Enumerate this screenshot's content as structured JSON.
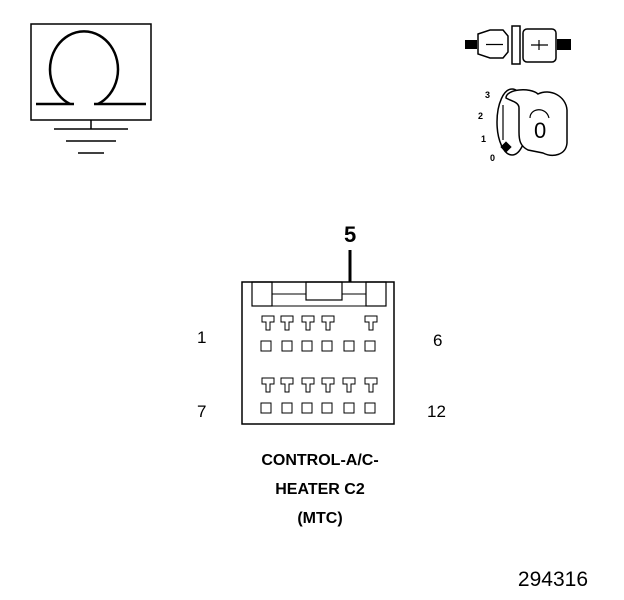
{
  "ohmmeter_symbol": "omega-icon",
  "ground_symbol": "ground-icon",
  "connector_icon": "connector-disconnect-icon",
  "ignition_key": {
    "positions": [
      "3",
      "2",
      "1",
      "0"
    ],
    "key_label": "0"
  },
  "callout": {
    "pin": "5"
  },
  "pin_labels": {
    "top_left": "1",
    "top_right": "6",
    "bottom_left": "7",
    "bottom_right": "12"
  },
  "connector_title": {
    "line1": "CONTROL-A/C-",
    "line2": "HEATER C2",
    "line3": "(MTC)"
  },
  "figure_number": "294316"
}
